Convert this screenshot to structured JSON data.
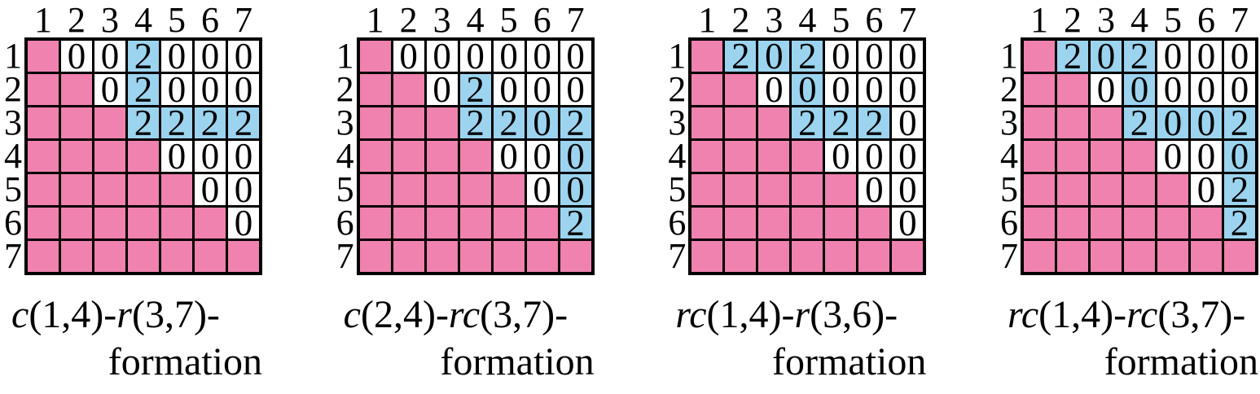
{
  "figure": {
    "col_headers": [
      "1",
      "2",
      "3",
      "4",
      "5",
      "6",
      "7"
    ],
    "row_headers": [
      "1",
      "2",
      "3",
      "4",
      "5",
      "6",
      "7"
    ],
    "colors": {
      "pink": "#EF82AE",
      "blue": "#9CD4EF",
      "white": "#FFFFFF",
      "grid_line": "#000000"
    },
    "cell_code_legend": {
      "P": "pink (no value)",
      "W0": "white 0",
      "B0": "blue 0",
      "B2": "blue 2",
      "W2": "white 2"
    },
    "panels": [
      {
        "caption": {
          "op1": "c",
          "range1": "(1,4)-",
          "op2": "r",
          "range2": "(3,7)-",
          "line2": "formation"
        },
        "cells": [
          [
            "P",
            "W0",
            "W0",
            "B2",
            "W0",
            "W0",
            "W0"
          ],
          [
            "P",
            "P",
            "W0",
            "B2",
            "W0",
            "W0",
            "W0"
          ],
          [
            "P",
            "P",
            "P",
            "B2",
            "B2",
            "B2",
            "B2"
          ],
          [
            "P",
            "P",
            "P",
            "P",
            "W0",
            "W0",
            "W0"
          ],
          [
            "P",
            "P",
            "P",
            "P",
            "P",
            "W0",
            "W0"
          ],
          [
            "P",
            "P",
            "P",
            "P",
            "P",
            "P",
            "W0"
          ],
          [
            "P",
            "P",
            "P",
            "P",
            "P",
            "P",
            "P"
          ]
        ]
      },
      {
        "caption": {
          "op1": "c",
          "range1": "(2,4)-",
          "op2": "rc",
          "range2": "(3,7)-",
          "line2": "formation"
        },
        "cells": [
          [
            "P",
            "W0",
            "W0",
            "W0",
            "W0",
            "W0",
            "W0"
          ],
          [
            "P",
            "P",
            "W0",
            "B2",
            "W0",
            "W0",
            "W0"
          ],
          [
            "P",
            "P",
            "P",
            "B2",
            "B2",
            "B0",
            "B2"
          ],
          [
            "P",
            "P",
            "P",
            "P",
            "W0",
            "W0",
            "B0"
          ],
          [
            "P",
            "P",
            "P",
            "P",
            "P",
            "W0",
            "B0"
          ],
          [
            "P",
            "P",
            "P",
            "P",
            "P",
            "P",
            "B2"
          ],
          [
            "P",
            "P",
            "P",
            "P",
            "P",
            "P",
            "P"
          ]
        ]
      },
      {
        "caption": {
          "op1": "rc",
          "range1": "(1,4)-",
          "op2": "r",
          "range2": "(3,6)-",
          "line2": "formation"
        },
        "cells": [
          [
            "P",
            "B2",
            "B0",
            "B2",
            "W0",
            "W0",
            "W0"
          ],
          [
            "P",
            "P",
            "W0",
            "B0",
            "W0",
            "W0",
            "W0"
          ],
          [
            "P",
            "P",
            "P",
            "B2",
            "B2",
            "B2",
            "W0"
          ],
          [
            "P",
            "P",
            "P",
            "P",
            "W0",
            "W0",
            "W0"
          ],
          [
            "P",
            "P",
            "P",
            "P",
            "P",
            "W0",
            "W0"
          ],
          [
            "P",
            "P",
            "P",
            "P",
            "P",
            "P",
            "W0"
          ],
          [
            "P",
            "P",
            "P",
            "P",
            "P",
            "P",
            "P"
          ]
        ]
      },
      {
        "caption": {
          "op1": "rc",
          "range1": "(1,4)-",
          "op2": "rc",
          "range2": "(3,7)-",
          "line2": "formation"
        },
        "cells": [
          [
            "P",
            "B2",
            "B0",
            "B2",
            "W0",
            "W0",
            "W0"
          ],
          [
            "P",
            "P",
            "W0",
            "B0",
            "W0",
            "W0",
            "W0"
          ],
          [
            "P",
            "P",
            "P",
            "B2",
            "B0",
            "B0",
            "B2"
          ],
          [
            "P",
            "P",
            "P",
            "P",
            "W0",
            "W0",
            "B0"
          ],
          [
            "P",
            "P",
            "P",
            "P",
            "P",
            "W0",
            "B2"
          ],
          [
            "P",
            "P",
            "P",
            "P",
            "P",
            "P",
            "B2"
          ],
          [
            "P",
            "P",
            "P",
            "P",
            "P",
            "P",
            "P"
          ]
        ]
      }
    ]
  }
}
